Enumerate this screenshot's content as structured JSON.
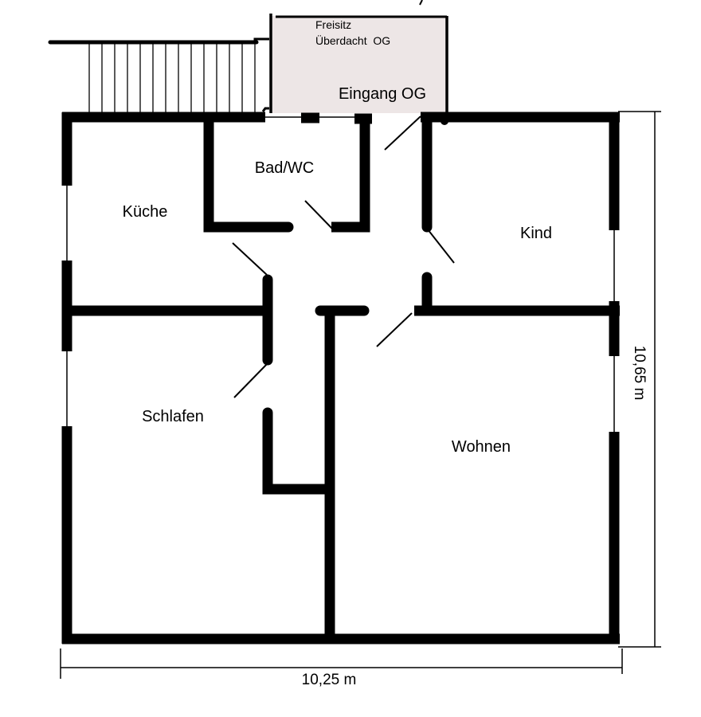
{
  "plan": {
    "rooms": {
      "kueche": "Küche",
      "bad": "Bad/WC",
      "kind": "Kind",
      "schlafen": "Schlafen",
      "wohnen": "Wohnen"
    },
    "terrace": {
      "line1": "Freisitz",
      "line2": "Überdacht  OG",
      "entrance": "Eingang OG",
      "fill_color": "#ede6e6"
    },
    "dimensions": {
      "width": "10,25 m",
      "height": "10,65 m"
    }
  }
}
